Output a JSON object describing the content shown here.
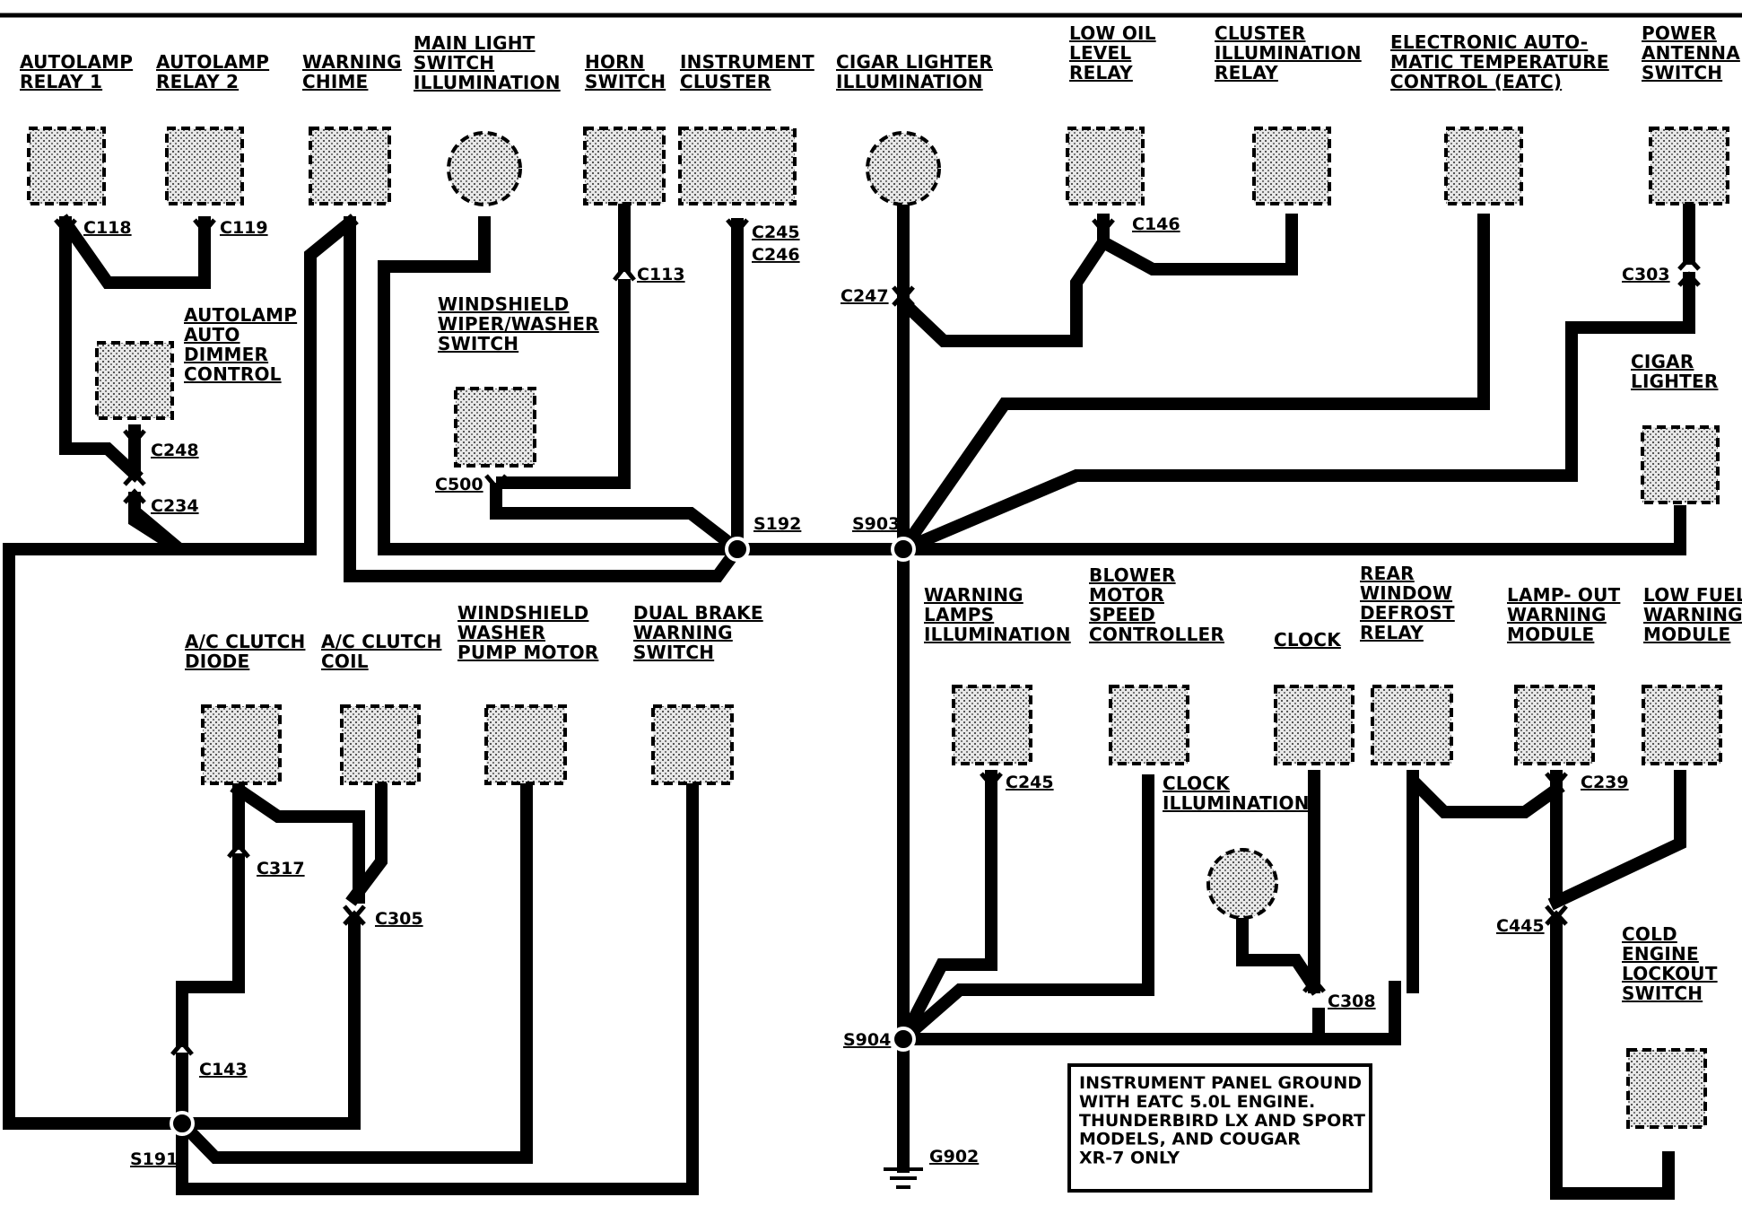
{
  "labels": {
    "autolamp_relay_1": [
      "AUTOLAMP",
      "RELAY 1"
    ],
    "autolamp_relay_2": [
      "AUTOLAMP",
      "RELAY 2"
    ],
    "warning_chime": [
      "WARNING",
      "CHIME"
    ],
    "main_light_switch_illumination": [
      "MAIN LIGHT",
      "SWITCH",
      "ILLUMINATION"
    ],
    "horn_switch": [
      "HORN",
      "SWITCH"
    ],
    "instrument_cluster": [
      "INSTRUMENT",
      "CLUSTER"
    ],
    "cigar_lighter_illumination": [
      "CIGAR LIGHTER",
      "ILLUMINATION"
    ],
    "low_oil_level_relay": [
      "LOW OIL",
      "LEVEL",
      "RELAY"
    ],
    "cluster_illumination_relay": [
      "CLUSTER",
      "ILLUMINATION",
      "RELAY"
    ],
    "eatc": [
      "ELECTRONIC AUTO-",
      "MATIC TEMPERATURE",
      "CONTROL (EATC)"
    ],
    "power_antenna_switch": [
      "POWER",
      "ANTENNA",
      "SWITCH"
    ],
    "autolamp_auto_dimmer_control": [
      "AUTOLAMP",
      "AUTO",
      "DIMMER",
      "CONTROL"
    ],
    "windshield_wiper_washer_switch": [
      "WINDSHIELD",
      "WIPER/WASHER",
      "SWITCH"
    ],
    "cigar_lighter": [
      "CIGAR",
      "LIGHTER"
    ],
    "ac_clutch_diode": [
      "A/C CLUTCH",
      "DIODE"
    ],
    "ac_clutch_coil": [
      "A/C CLUTCH",
      "COIL"
    ],
    "windshield_washer_pump_motor": [
      "WINDSHIELD",
      "WASHER",
      "PUMP MOTOR"
    ],
    "dual_brake_warning_switch": [
      "DUAL BRAKE",
      "WARNING",
      "SWITCH"
    ],
    "warning_lamps_illumination": [
      "WARNING",
      "LAMPS",
      "ILLUMINATION"
    ],
    "blower_motor_speed_controller": [
      "BLOWER",
      "MOTOR",
      "SPEED",
      "CONTROLLER"
    ],
    "clock": [
      "CLOCK"
    ],
    "rear_window_defrost_relay": [
      "REAR",
      "WINDOW",
      "DEFROST",
      "RELAY"
    ],
    "lamp_out_warning_module": [
      "LAMP- OUT",
      "WARNING",
      "MODULE"
    ],
    "low_fuel_warning_module": [
      "LOW FUEL",
      "WARNING",
      "MODULE"
    ],
    "clock_illumination": [
      "CLOCK",
      "ILLUMINATION"
    ],
    "cold_engine_lockout_switch": [
      "COLD",
      "ENGINE",
      "LOCKOUT",
      "SWITCH"
    ]
  },
  "connectors": {
    "c118": "C118",
    "c119": "C119",
    "c113": "C113",
    "c245_top": "C245",
    "c246": "C246",
    "c247": "C247",
    "c146": "C146",
    "c303": "C303",
    "c248": "C248",
    "c234": "C234",
    "c500": "C500",
    "c317": "C317",
    "c305": "C305",
    "c143": "C143",
    "c245_bottom": "C245",
    "c239": "C239",
    "c445": "C445",
    "c308": "C308"
  },
  "splices": {
    "s192": "S192",
    "s903": "S903",
    "s191": "S191",
    "s904": "S904"
  },
  "ground": "G902",
  "note": [
    "INSTRUMENT PANEL GROUND",
    "WITH EATC 5.0L ENGINE.",
    "THUNDERBIRD LX AND SPORT",
    "MODELS, AND COUGAR",
    "XR-7 ONLY"
  ]
}
